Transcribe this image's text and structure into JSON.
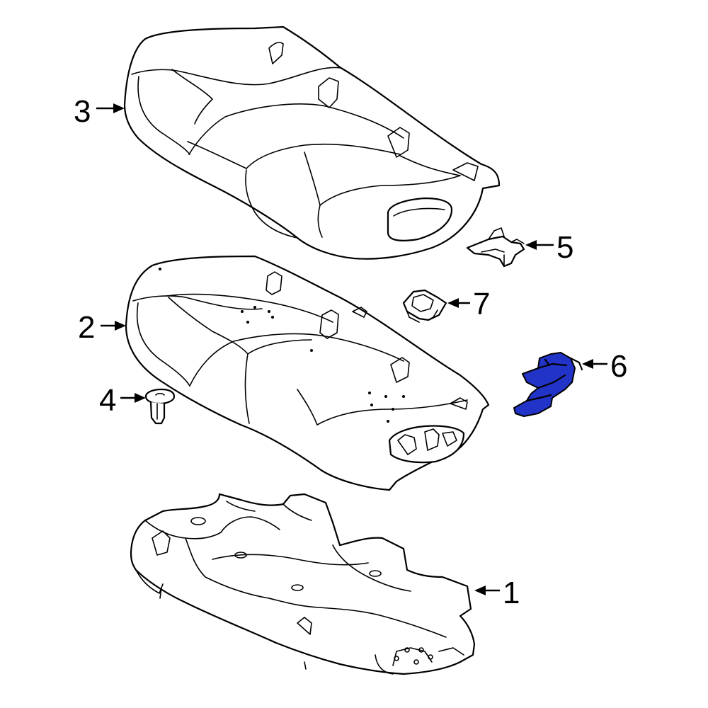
{
  "diagram": {
    "highlight_color": "#2233c8",
    "callouts": [
      {
        "id": "1",
        "label": "1",
        "part": "seat-frame"
      },
      {
        "id": "2",
        "label": "2",
        "part": "seat-cushion-pad"
      },
      {
        "id": "3",
        "label": "3",
        "part": "seat-cover"
      },
      {
        "id": "4",
        "label": "4",
        "part": "retainer-clip"
      },
      {
        "id": "5",
        "label": "5",
        "part": "bracket-clip"
      },
      {
        "id": "6",
        "label": "6",
        "part": "latch-bracket"
      },
      {
        "id": "7",
        "label": "7",
        "part": "connector-clip"
      }
    ]
  }
}
